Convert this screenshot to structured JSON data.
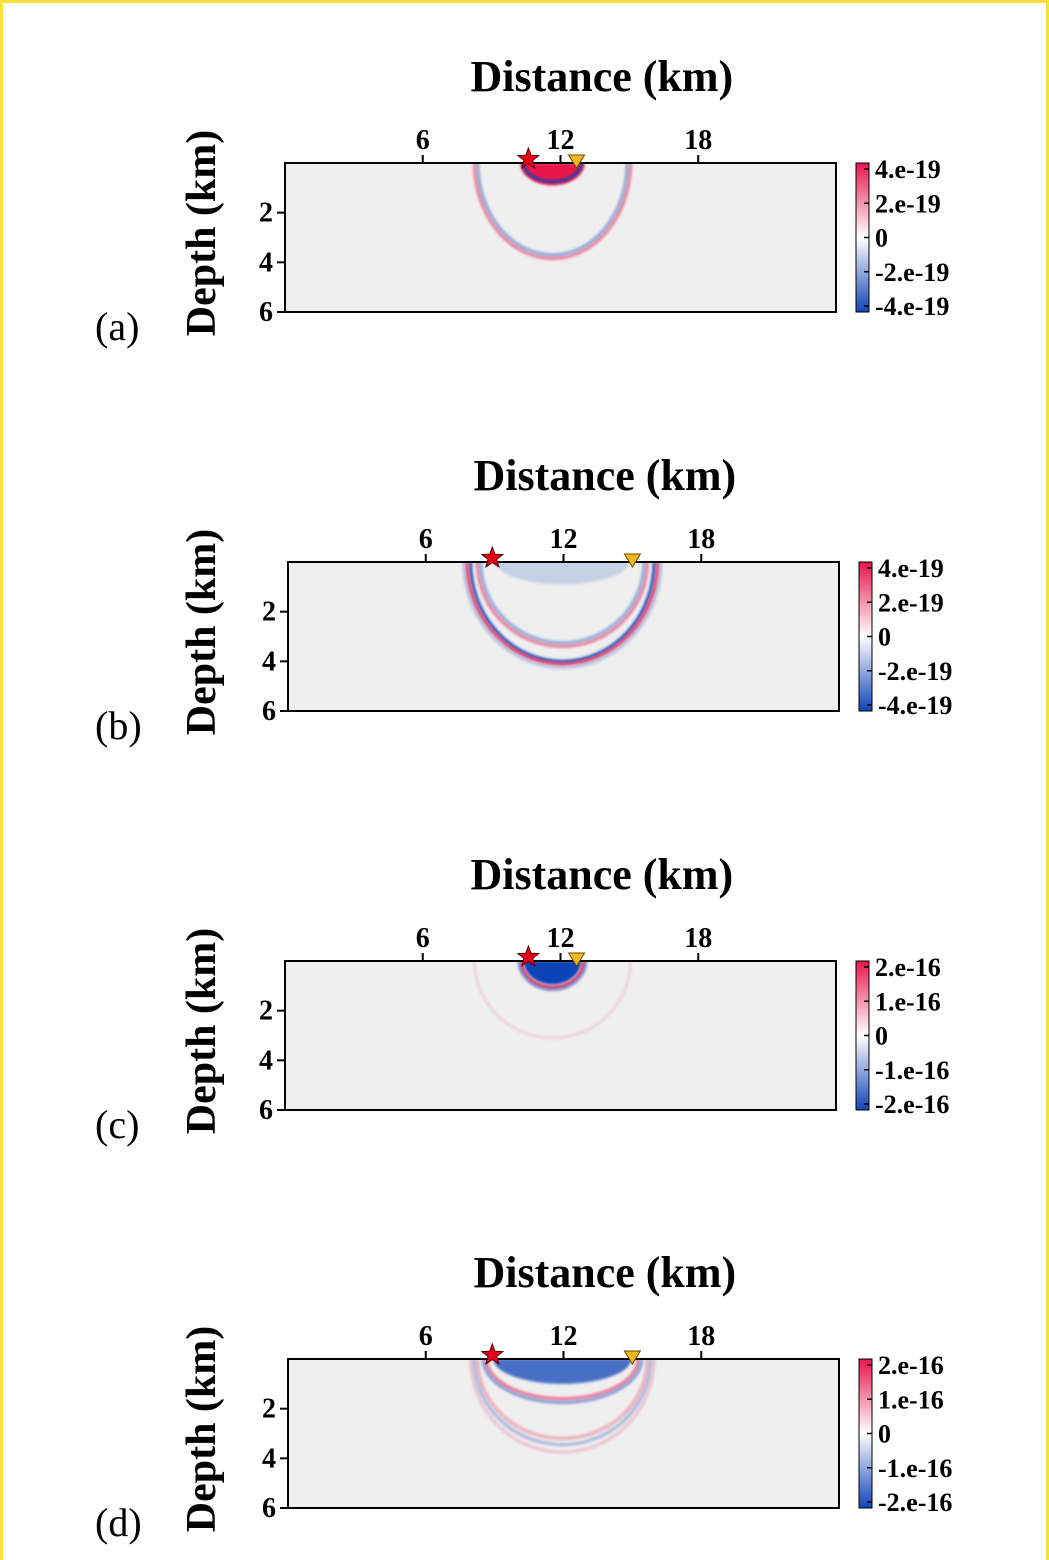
{
  "colors": {
    "frame": "#f4e23a",
    "background_field": "#efefef",
    "positive": "#e8164b",
    "negative": "#1044b8",
    "source_star": "#e3001b",
    "receiver_triangle": "#f2b61e"
  },
  "chart_data": [
    {
      "type": "heatmap",
      "panel_label": "(a)",
      "xlabel": "Distance (km)",
      "ylabel": "Depth (km)",
      "xticks": [
        "6",
        "12",
        "18"
      ],
      "yticks": [
        "2",
        "4",
        "6"
      ],
      "xlim": [
        0,
        24
      ],
      "ylim": [
        0,
        6
      ],
      "colorbar": {
        "labels": [
          "4.e-19",
          "2.e-19",
          "0",
          "-2.e-19",
          "-4.e-19"
        ],
        "range": [
          -4e-19,
          4e-19
        ]
      },
      "source": {
        "x": 10.6,
        "y": 0
      },
      "receiver": {
        "x": 12.7,
        "y": 0
      },
      "features": [
        {
          "kind": "fill_blob",
          "cx": 11.65,
          "rx": 1.4,
          "ry": 0.9,
          "sign": "positive"
        },
        {
          "kind": "ring",
          "cx": 11.65,
          "rx": 1.25,
          "ry": 0.75,
          "sign": "negative",
          "strength": 0.9
        },
        {
          "kind": "ring",
          "cx": 11.65,
          "rx": 3.4,
          "ry": 3.85,
          "sign": "positive",
          "strength": 0.55
        },
        {
          "kind": "ring",
          "cx": 11.65,
          "rx": 3.25,
          "ry": 3.7,
          "sign": "negative",
          "strength": 0.45
        }
      ]
    },
    {
      "type": "heatmap",
      "panel_label": "(b)",
      "xlabel": "Distance (km)",
      "ylabel": "Depth (km)",
      "xticks": [
        "6",
        "12",
        "18"
      ],
      "yticks": [
        "2",
        "4",
        "6"
      ],
      "xlim": [
        0,
        24
      ],
      "ylim": [
        0,
        6
      ],
      "colorbar": {
        "labels": [
          "4.e-19",
          "2.e-19",
          "0",
          "-2.e-19",
          "-4.e-19"
        ],
        "range": [
          -4e-19,
          4e-19
        ]
      },
      "source": {
        "x": 8.9,
        "y": 0
      },
      "receiver": {
        "x": 15.0,
        "y": 0
      },
      "features": [
        {
          "kind": "fill_blob",
          "cx": 11.95,
          "rx": 2.9,
          "ry": 0.9,
          "sign": "negative",
          "strength": 0.18
        },
        {
          "kind": "ring",
          "cx": 11.95,
          "rx": 4.0,
          "ry": 4.0,
          "sign": "negative",
          "strength": 0.95
        },
        {
          "kind": "ring",
          "cx": 11.95,
          "rx": 4.15,
          "ry": 4.1,
          "sign": "positive",
          "strength": 0.85
        },
        {
          "kind": "ring",
          "cx": 11.95,
          "rx": 3.7,
          "ry": 3.4,
          "sign": "positive",
          "strength": 0.55
        },
        {
          "kind": "ring",
          "cx": 11.95,
          "rx": 3.55,
          "ry": 3.25,
          "sign": "negative",
          "strength": 0.4
        },
        {
          "kind": "ring",
          "cx": 11.95,
          "rx": 4.3,
          "ry": 4.25,
          "sign": "negative",
          "strength": 0.25
        }
      ]
    },
    {
      "type": "heatmap",
      "panel_label": "(c)",
      "xlabel": "Distance (km)",
      "ylabel": "Depth (km)",
      "xticks": [
        "6",
        "12",
        "18"
      ],
      "yticks": [
        "2",
        "4",
        "6"
      ],
      "xlim": [
        0,
        24
      ],
      "ylim": [
        0,
        6
      ],
      "colorbar": {
        "labels": [
          "2.e-16",
          "1.e-16",
          "0",
          "-1.e-16",
          "-2.e-16"
        ],
        "range": [
          -2e-16,
          2e-16
        ]
      },
      "source": {
        "x": 10.6,
        "y": 0
      },
      "receiver": {
        "x": 12.7,
        "y": 0
      },
      "features": [
        {
          "kind": "fill_blob",
          "cx": 11.65,
          "rx": 1.25,
          "ry": 0.95,
          "sign": "negative"
        },
        {
          "kind": "ring",
          "cx": 11.65,
          "rx": 1.35,
          "ry": 1.05,
          "sign": "positive",
          "strength": 0.9
        },
        {
          "kind": "ring",
          "cx": 11.65,
          "rx": 1.45,
          "ry": 1.15,
          "sign": "negative",
          "strength": 0.5
        },
        {
          "kind": "ring",
          "cx": 11.65,
          "rx": 3.4,
          "ry": 3.1,
          "sign": "positive",
          "strength": 0.12
        }
      ]
    },
    {
      "type": "heatmap",
      "panel_label": "(d)",
      "xlabel": "Distance (km)",
      "ylabel": "Depth (km)",
      "xticks": [
        "6",
        "12",
        "18"
      ],
      "yticks": [
        "2",
        "4",
        "6"
      ],
      "xlim": [
        0,
        24
      ],
      "ylim": [
        0,
        6
      ],
      "colorbar": {
        "labels": [
          "2.e-16",
          "1.e-16",
          "0",
          "-1.e-16",
          "-2.e-16"
        ],
        "range": [
          -2e-16,
          2e-16
        ]
      },
      "source": {
        "x": 8.9,
        "y": 0
      },
      "receiver": {
        "x": 15.0,
        "y": 0
      },
      "features": [
        {
          "kind": "fill_blob",
          "cx": 11.95,
          "rx": 3.0,
          "ry": 1.0,
          "sign": "negative",
          "strength": 0.75
        },
        {
          "kind": "ring",
          "cx": 11.95,
          "rx": 3.3,
          "ry": 1.6,
          "sign": "positive",
          "strength": 0.6
        },
        {
          "kind": "ring",
          "cx": 11.95,
          "rx": 3.45,
          "ry": 1.75,
          "sign": "negative",
          "strength": 0.5
        },
        {
          "kind": "ring",
          "cx": 11.95,
          "rx": 3.7,
          "ry": 3.2,
          "sign": "positive",
          "strength": 0.35
        },
        {
          "kind": "ring",
          "cx": 11.95,
          "rx": 3.85,
          "ry": 3.45,
          "sign": "negative",
          "strength": 0.35
        },
        {
          "kind": "ring",
          "cx": 11.95,
          "rx": 4.0,
          "ry": 3.75,
          "sign": "positive",
          "strength": 0.2
        }
      ]
    }
  ]
}
